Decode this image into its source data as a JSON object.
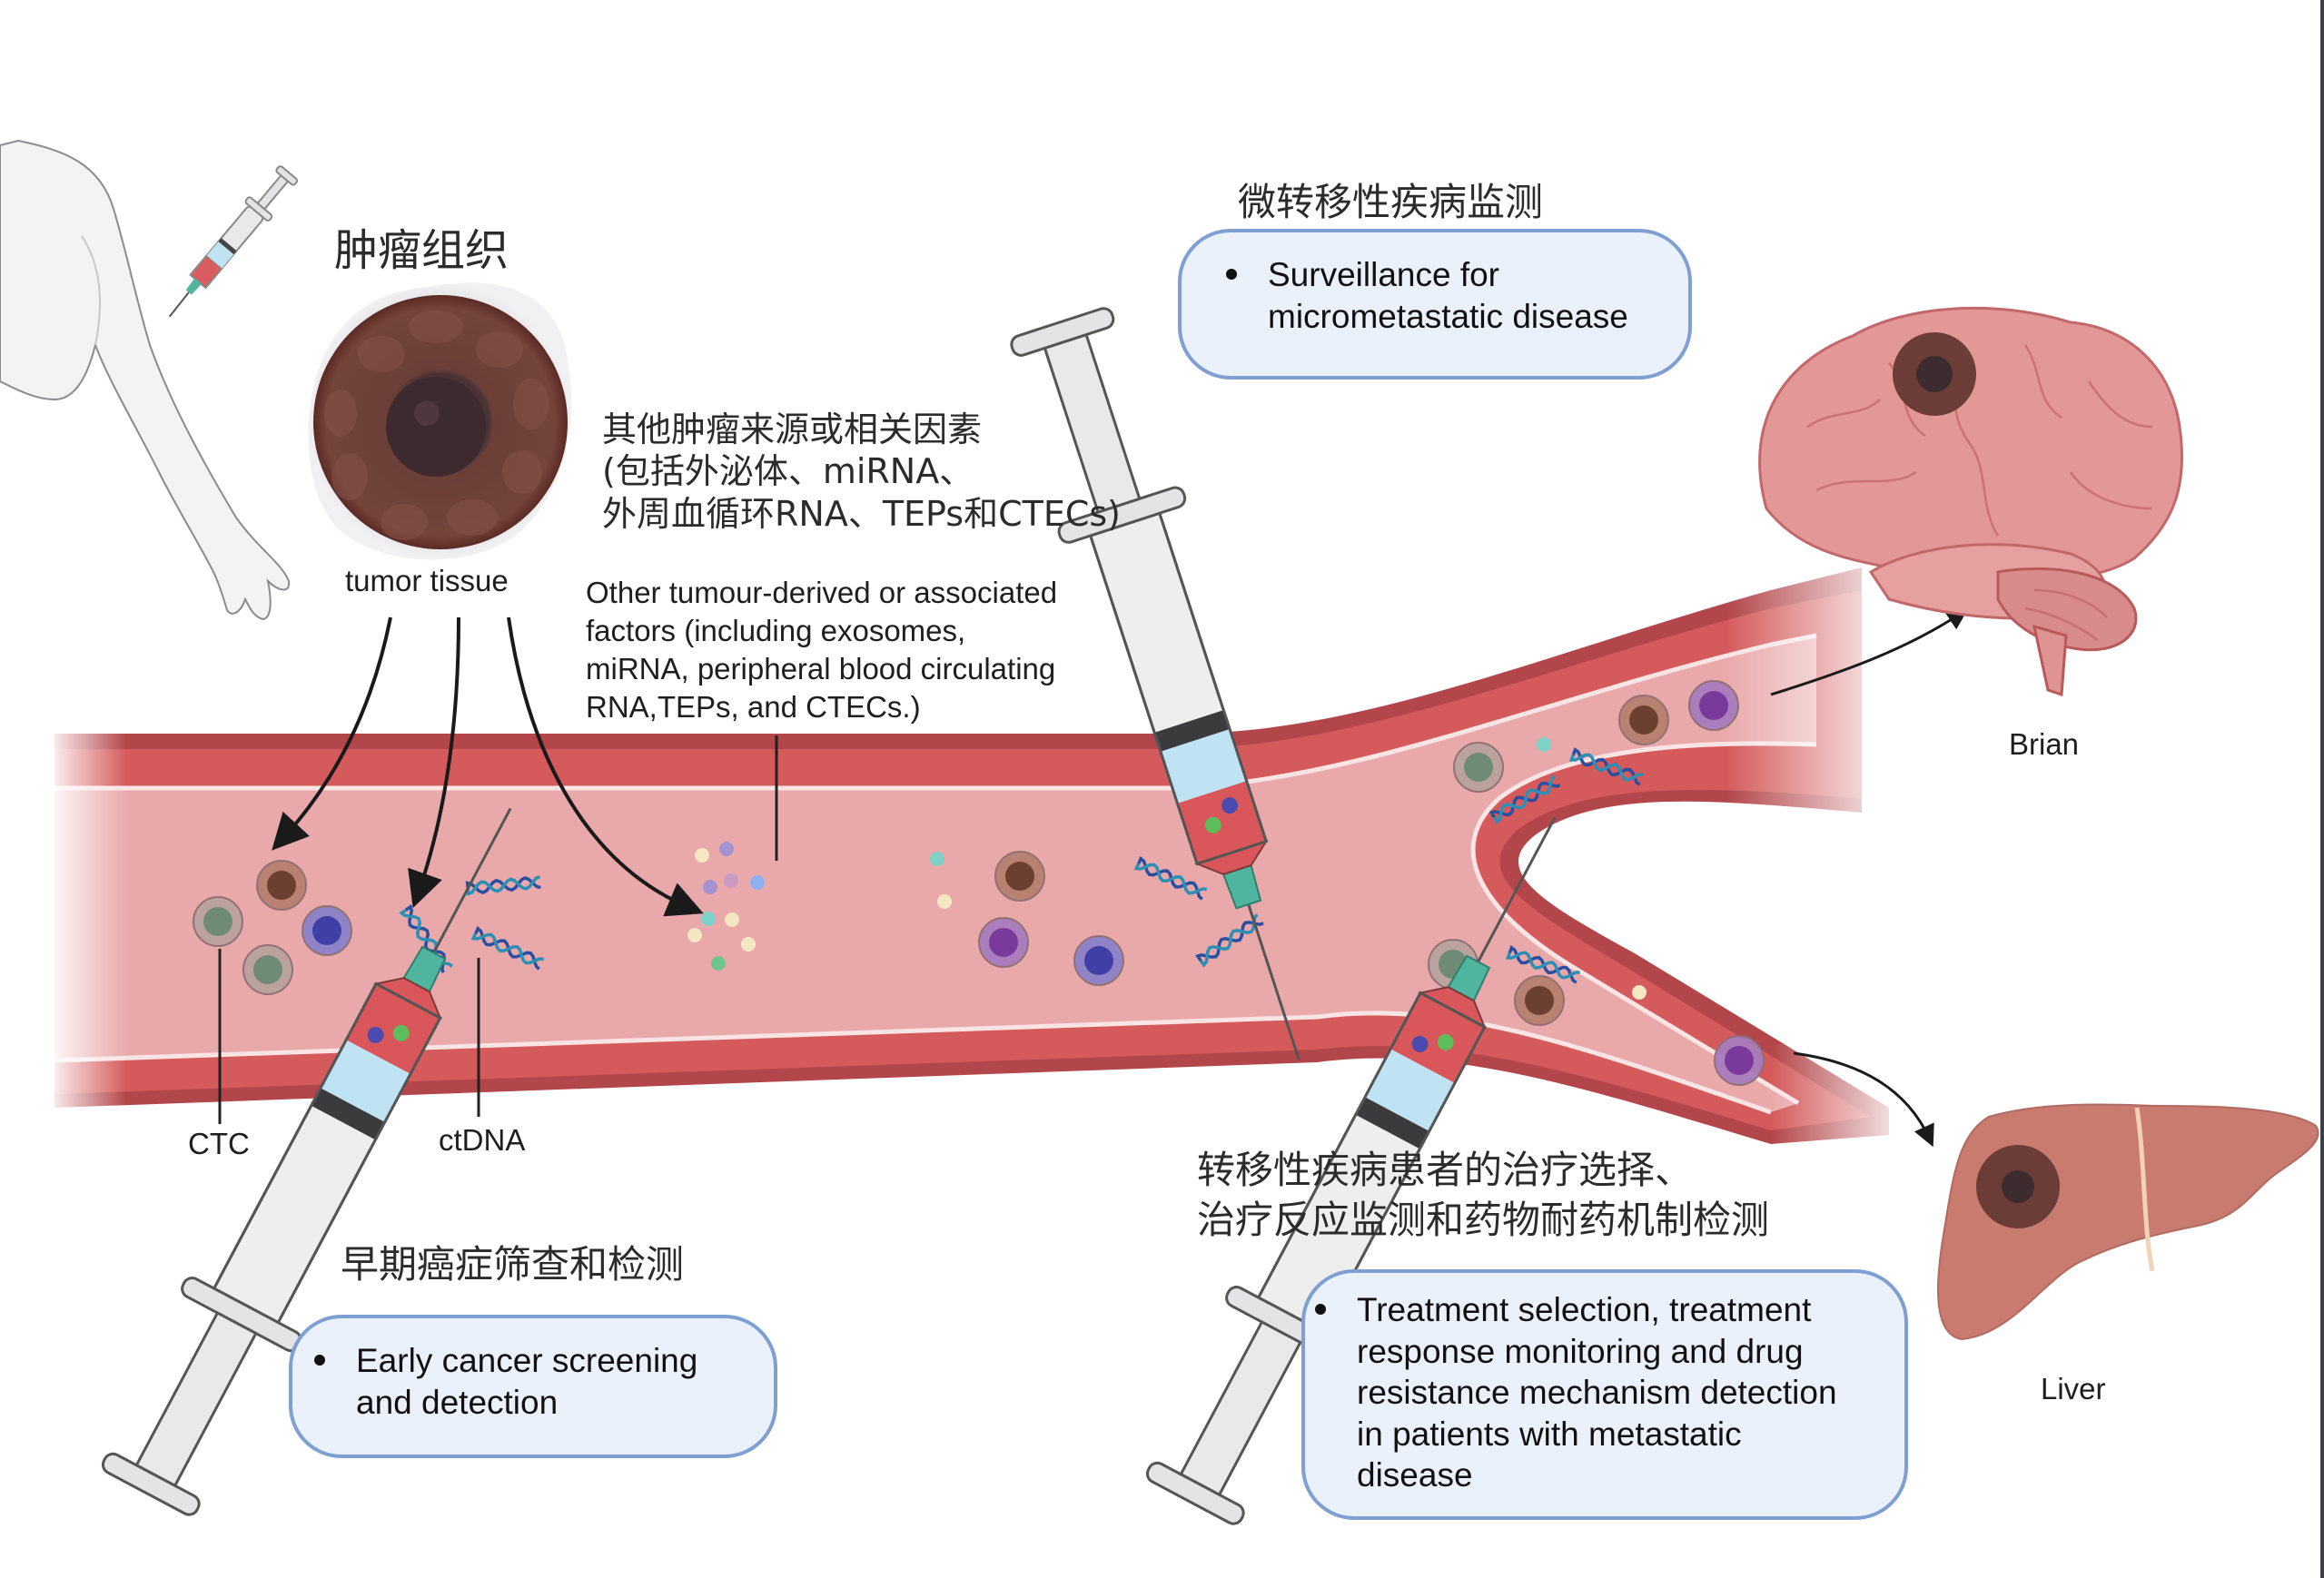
{
  "title": "Liquid biopsy applications across cancer stages",
  "colors": {
    "vessel_outer": "#b3464a",
    "vessel_wall": "#d45a5c",
    "vessel_lumen": "#e9a9ab",
    "vessel_line": "#fbe4e4",
    "box_fill": "#ebf1fa",
    "box_border": "#7f9fd3",
    "tumor_outer": "#6e3d34",
    "tumor_core": "#3e2c30",
    "brain": "#e39796",
    "liver": "#c97b70",
    "syringe_tip": "#4fb59f",
    "blood_fill": "#d9575a",
    "plasma_fill": "#bfe3f3"
  },
  "source": {
    "tumor_tissue_zh": "肿瘤组织",
    "tumor_tissue_en": "tumor tissue",
    "arm_icon": "arm-blood-draw-icon"
  },
  "other_factors": {
    "zh_lines": [
      "其他肿瘤来源或相关因素",
      "(包括外泌体、miRNA、",
      "外周血循环RNA、TEPs和CTECs)"
    ],
    "en_lines": [
      "Other tumour-derived or associated",
      "factors (including exosomes,",
      "miRNA, peripheral blood circulating",
      "RNA,TEPs, and CTECs.)"
    ]
  },
  "vessel_labels": {
    "ctc": "CTC",
    "ctdna": "ctDNA"
  },
  "organs": {
    "brain": "Brian",
    "liver": "Liver"
  },
  "applications": [
    {
      "id": "micrometastatic",
      "heading_zh": "微转移性疾病监测",
      "bullet_en": "Surveillance for\nmicrometastatic disease"
    },
    {
      "id": "early-screening",
      "heading_zh": "早期癌症筛查和检测",
      "bullet_en": "Early cancer screening\nand detection"
    },
    {
      "id": "treatment",
      "heading_zh_lines": [
        "转移性疾病患者的治疗选择、",
        "治疗反应监测和药物耐药机制检测"
      ],
      "bullet_en": "Treatment selection, treatment\nresponse monitoring and drug\nresistance mechanism detection\nin patients with metastatic\ndisease"
    }
  ]
}
